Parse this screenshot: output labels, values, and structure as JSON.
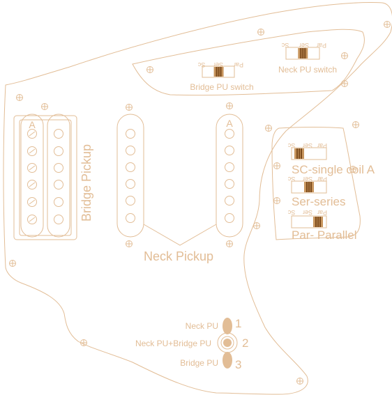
{
  "colors": {
    "outline": "#e2bd96",
    "knob": "#7a4a1c",
    "background": "#ffffff"
  },
  "labels": {
    "bridge_pickup": "Bridge Pickup",
    "neck_pickup": "Neck Pickup",
    "bridge_pu_switch": "Bridge PU switch",
    "neck_pu_switch": "Neck PU switch",
    "pole_marker": "A",
    "switch_par": "Par",
    "switch_ser": "Ser",
    "switch_sc": "Sc",
    "legend_sc": "SC-single coil A",
    "legend_ser": "Ser-series",
    "legend_par": "Par- Parallel",
    "sel_neck": "Neck PU",
    "sel_both": "Neck PU+Bridge PU",
    "sel_bridge": "Bridge PU",
    "sel_num_1": "1",
    "sel_num_2": "2",
    "sel_num_3": "3"
  },
  "switches": {
    "neck_pu": "Ser",
    "bridge_pu": "Ser",
    "legend_sc": "Sc",
    "legend_ser": "Ser",
    "legend_par": "Par"
  }
}
